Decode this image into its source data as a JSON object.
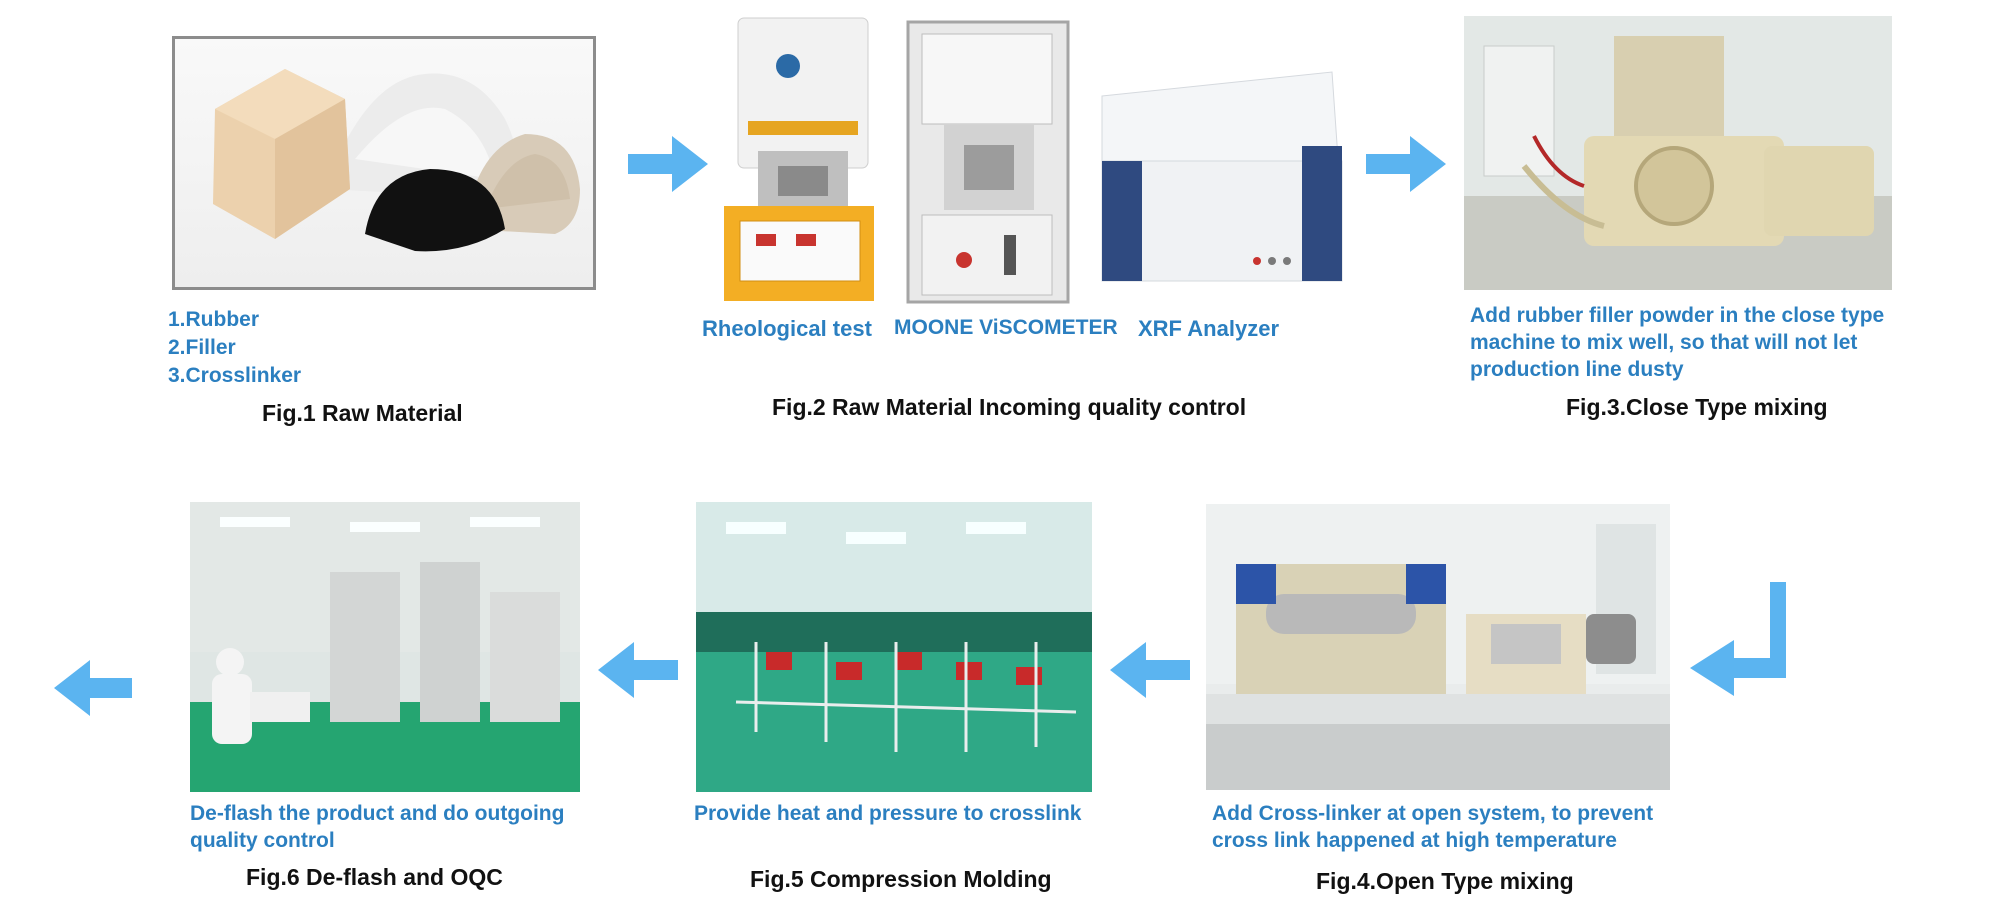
{
  "fig1": {
    "items": [
      "1.Rubber",
      "2.Filler",
      "3.Crosslinker"
    ],
    "title": "Fig.1 Raw Material"
  },
  "fig2": {
    "labels": [
      "Rheological test",
      "MOONE ViSCOMETER",
      "XRF Analyzer"
    ],
    "title": "Fig.2 Raw Material Incoming quality control"
  },
  "fig3": {
    "desc": [
      "Add rubber filler powder in the close type",
      "machine to mix well, so that will not let",
      "production line dusty"
    ],
    "title": "Fig.3.Close Type mixing"
  },
  "fig4": {
    "desc": [
      "Add Cross-linker at open system, to prevent",
      "cross link happened at  high temperature"
    ],
    "title": "Fig.4.Open Type mixing"
  },
  "fig5": {
    "desc": [
      "Provide heat and pressure to crosslink"
    ],
    "title": "Fig.5 Compression Molding"
  },
  "fig6": {
    "desc": [
      "De-flash the product and do outgoing",
      "quality control"
    ],
    "title": "Fig.6 De-flash and OQC"
  },
  "colors": {
    "accent": "#2b7fc0",
    "arrow": "#5bb4f0"
  }
}
